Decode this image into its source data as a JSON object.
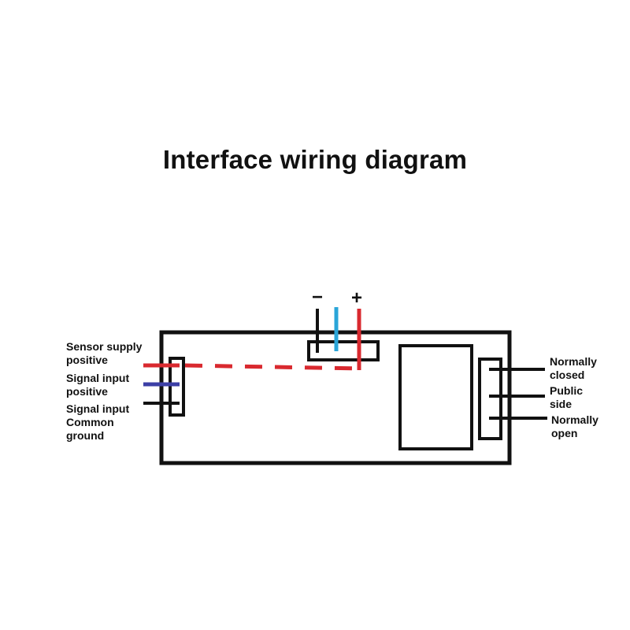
{
  "title": "Interface wiring diagram",
  "power_terminal": {
    "minus": "−",
    "plus": "+"
  },
  "left_labels": [
    {
      "line1": "Sensor supply",
      "line2": "positive",
      "line3": ""
    },
    {
      "line1": "Signal input",
      "line2": "positive",
      "line3": ""
    },
    {
      "line1": "Signal input",
      "line2": "Common",
      "line3": "ground"
    }
  ],
  "right_labels": [
    {
      "line1": "Normally",
      "line2": "closed"
    },
    {
      "line1": "Public",
      "line2": "side"
    },
    {
      "line1": "Normally",
      "line2": "open"
    }
  ],
  "colors": {
    "outline": "#111111",
    "red_wire": "#d9292f",
    "blue_wire": "#3c3fa6",
    "cyan_wire": "#2aa5d8"
  }
}
